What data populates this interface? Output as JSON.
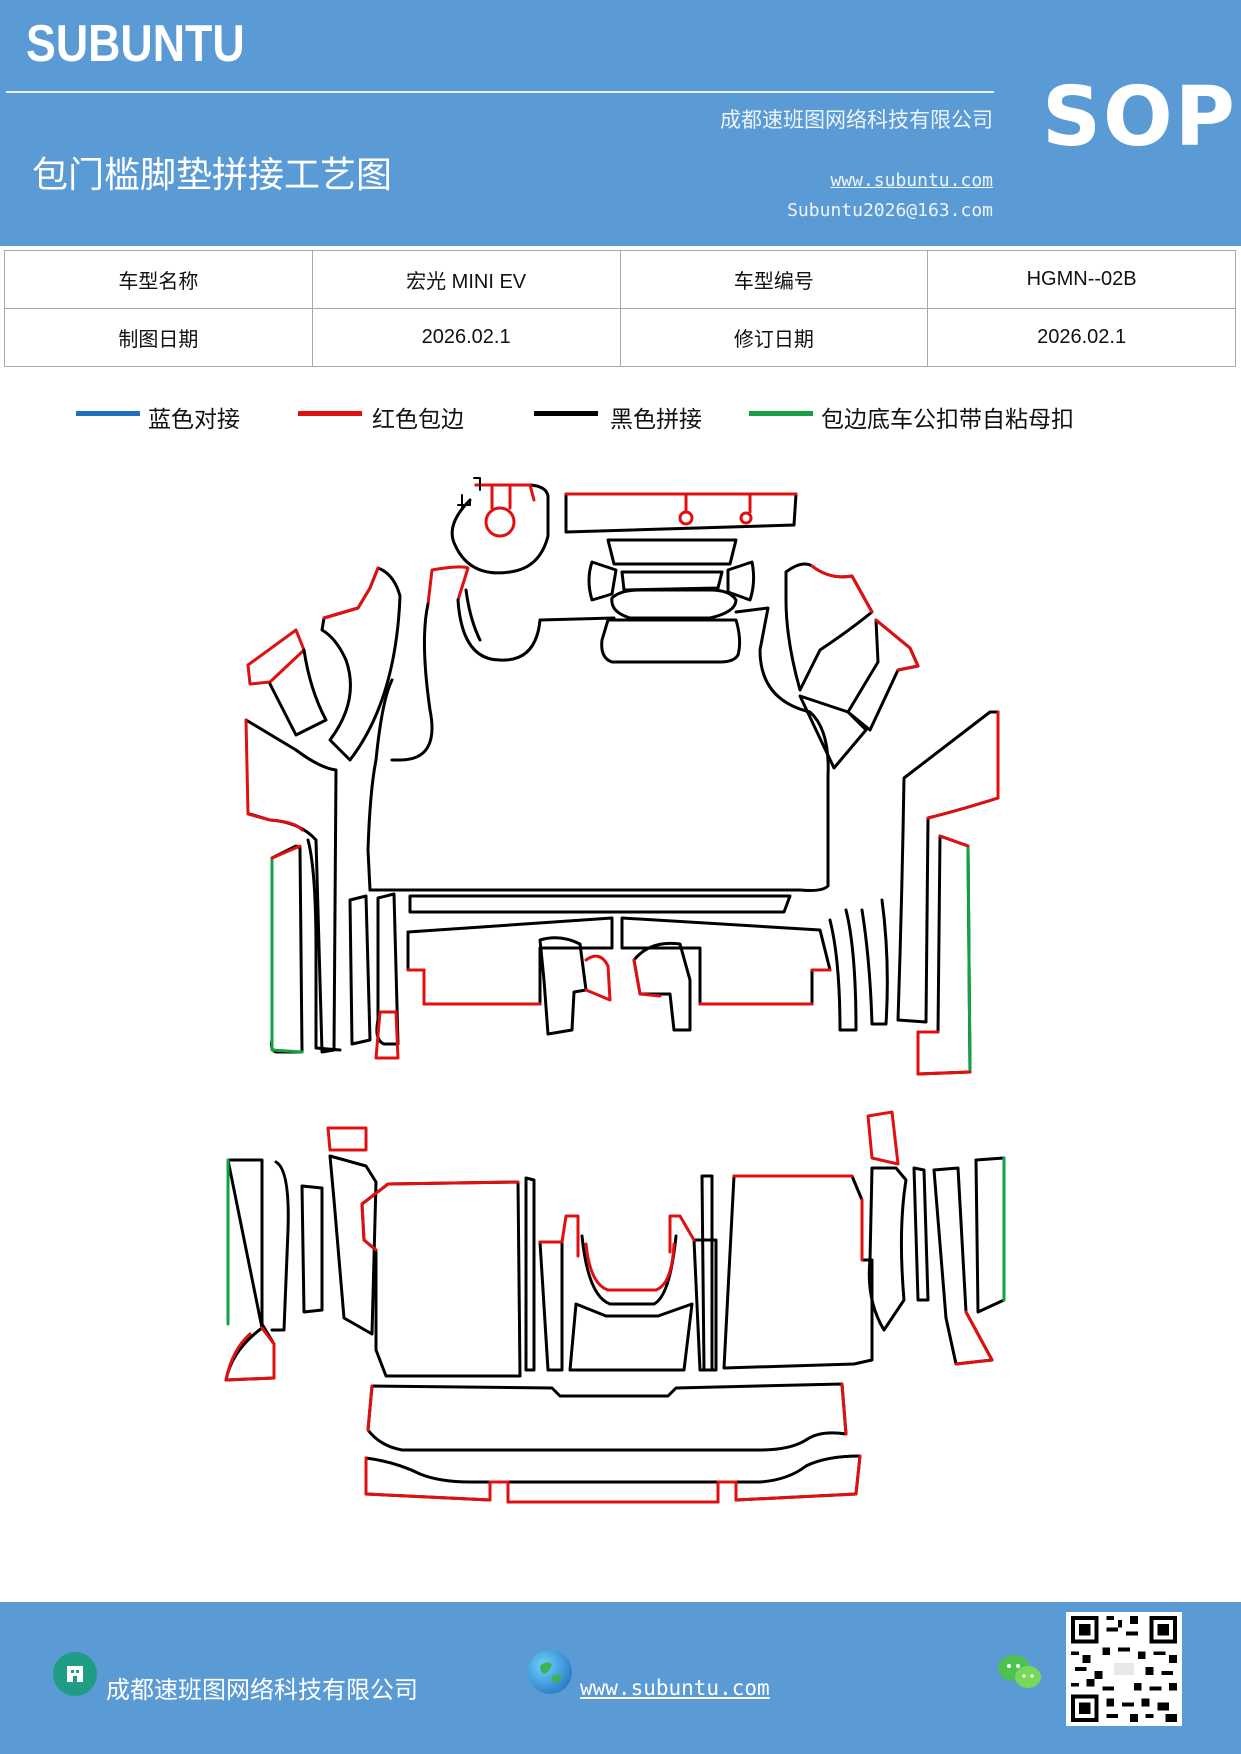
{
  "header": {
    "brand": "SUBUNTU",
    "company": "成都速班图网络科技有限公司",
    "title": "包门槛脚垫拼接工艺图",
    "website": "www.subuntu.com",
    "email": "Subuntu2026@163.com",
    "badge": "SOP"
  },
  "info_table": {
    "rows": [
      {
        "label1": "车型名称",
        "value1": "宏光 MINI EV",
        "label2": "车型编号",
        "value2": "HGMN--02B"
      },
      {
        "label1": "制图日期",
        "value1": "2026.02.1",
        "label2": "修订日期",
        "value2": "2026.02.1"
      }
    ]
  },
  "legend": [
    {
      "label": "蓝色对接",
      "color": "#1f6fbf"
    },
    {
      "label": "红色包边",
      "color": "#e01010"
    },
    {
      "label": "黑色拼接",
      "color": "#000000"
    },
    {
      "label": "包边底车公扣带自粘母扣",
      "color": "#14a044"
    }
  ],
  "footer": {
    "company": "成都速班图网络科技有限公司",
    "website": "www.subuntu.com",
    "icons": [
      "building-icon",
      "globe-icon",
      "wechat-icon",
      "qr-code"
    ]
  }
}
